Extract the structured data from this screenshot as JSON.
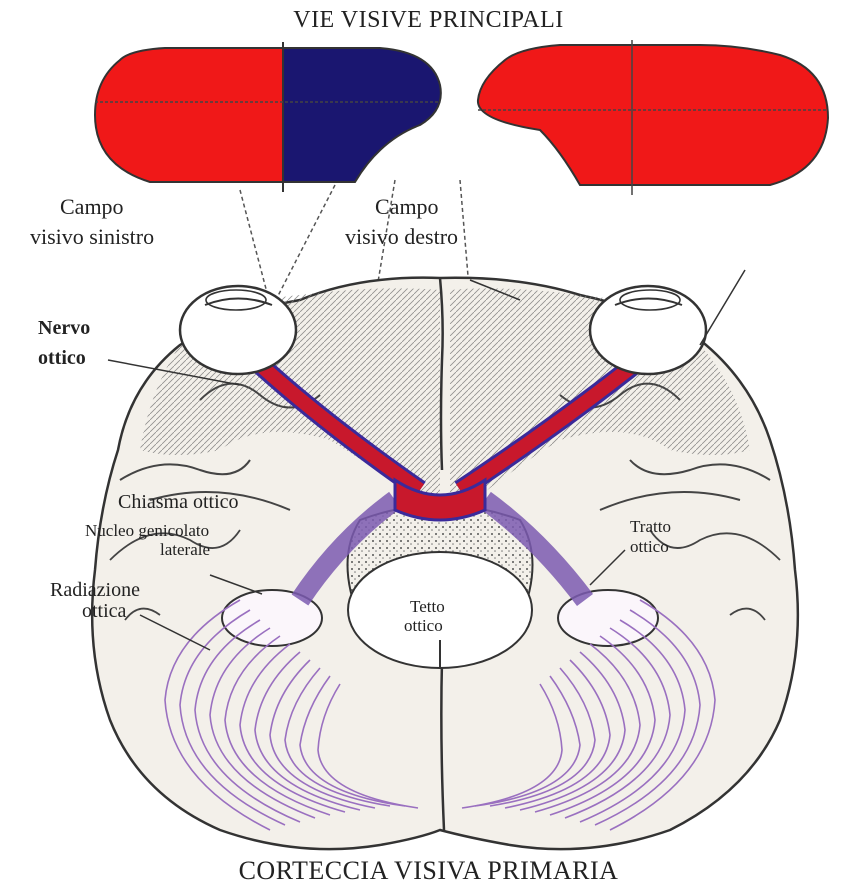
{
  "title": "VIE VISIVE PRINCIPALI",
  "footer": "CORTECCIA VISIVA PRIMARIA",
  "labels": {
    "campo_sinistro_1": "Campo",
    "campo_sinistro_2": "visivo sinistro",
    "campo_destro_1": "Campo",
    "campo_destro_2": "visivo destro",
    "nervo_1": "Nervo",
    "nervo_2": "ottico",
    "chiasma": "Chiasma ottico",
    "nucleo_1": "Nucleo genicolato",
    "nucleo_2": "laterale",
    "radiazione_1": "Radiazione",
    "radiazione_2": "ottica",
    "tratto_1": "Tratto",
    "tratto_2": "ottico",
    "tetto_1": "Tetto",
    "tetto_2": "ottico"
  },
  "colors": {
    "field_red": "#f01818",
    "field_blue": "#1a1670",
    "nerve_red": "#c8182c",
    "nerve_blue": "#3a2a9a",
    "radiation": "#9a70c0",
    "brain_line": "#333333"
  }
}
